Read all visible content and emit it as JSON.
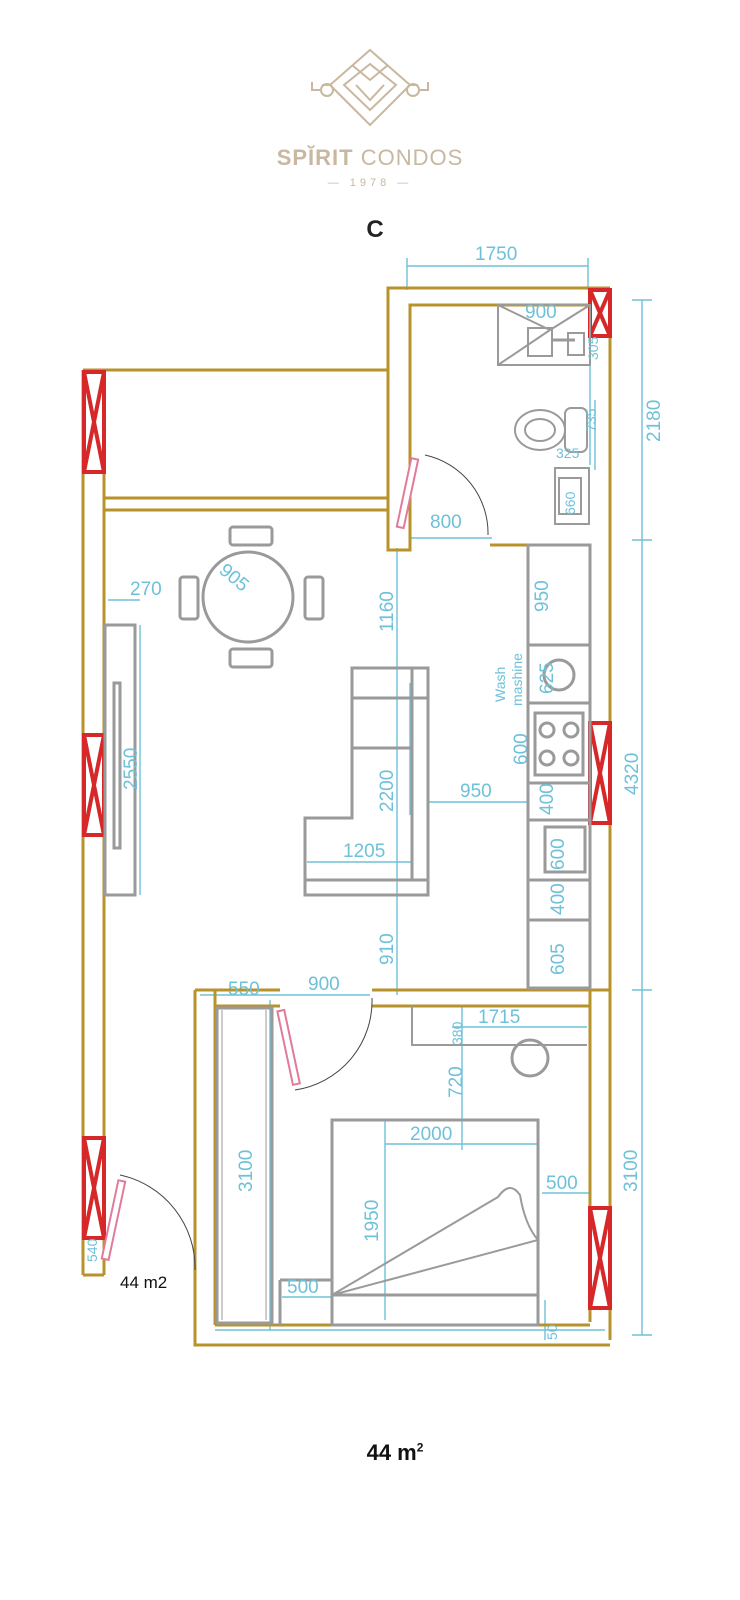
{
  "brand": {
    "name_bold": "SPĬRIT",
    "name_rest": " CONDOS",
    "year": "— 1978 —"
  },
  "plan": {
    "letter": "C",
    "area_label": "44 m2",
    "area_title_value": "44 m",
    "area_title_sup": "2"
  },
  "dimensions": {
    "d1750": "1750",
    "d900_top": "900",
    "d305": "305",
    "d2180": "2180",
    "d735": "735",
    "d325": "325",
    "d660": "660",
    "d800": "800",
    "d270": "270",
    "d905": "905",
    "d1160": "1160",
    "d950_top": "950",
    "d625": "625",
    "d600_a": "600",
    "d4320": "4320",
    "d2550": "2550",
    "d2200": "2200",
    "d950_mid": "950",
    "d400_a": "400",
    "d600_b": "600",
    "d1205": "1205",
    "d400_b": "400",
    "d605": "605",
    "d910": "910",
    "d550": "550",
    "d900_mid": "900",
    "d380": "380",
    "d1715": "1715",
    "d720": "720",
    "d2000": "2000",
    "d3100_left": "3100",
    "d3100_right": "3100",
    "d500_right": "500",
    "d1950": "1950",
    "d500_left": "500",
    "d50": "50",
    "d540": "540"
  },
  "appliance_labels": {
    "wash_1": "Wash",
    "wash_2": "mashine"
  },
  "colors": {
    "wall": "#b8922a",
    "window": "#d62828",
    "dimension": "#6ec1d8",
    "furniture": "#9a9a9a",
    "door": "#e27a9a",
    "brand": "#c9b7a0"
  }
}
